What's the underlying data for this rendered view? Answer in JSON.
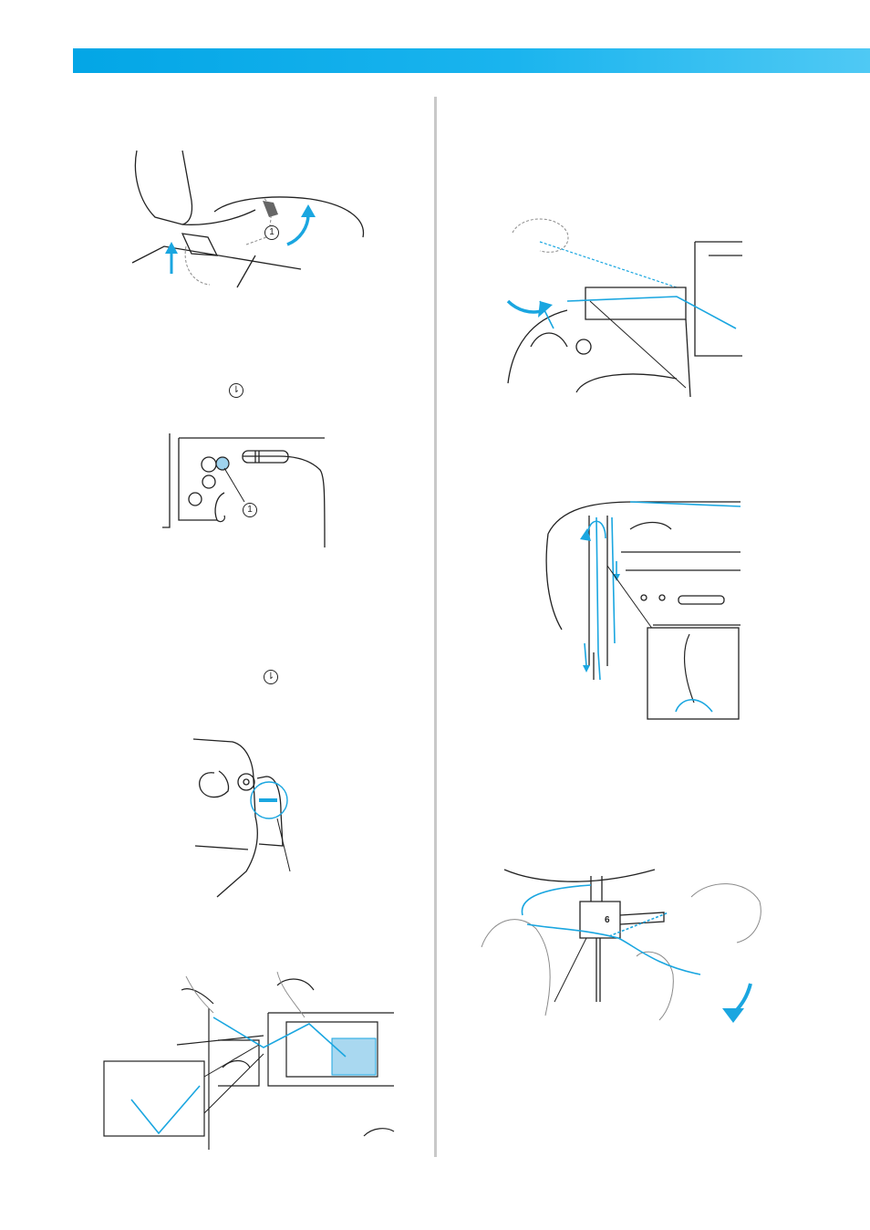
{
  "header": {
    "accent_color": "#1ab4ee"
  },
  "figures": {
    "presser_lever": {
      "callout": "1"
    },
    "needle_button_symbol": {
      "symbol": "⇂",
      "icon": "needle-position-icon"
    },
    "needle_panel": {
      "callout": "1"
    },
    "needle_button_symbol_2": {
      "symbol": "⇂",
      "icon": "needle-position-icon"
    },
    "needle_bar": {
      "label": "6"
    }
  },
  "colors": {
    "thread": "#1aa6e0",
    "line": "#222222",
    "dashed": "#8a8a8a"
  }
}
